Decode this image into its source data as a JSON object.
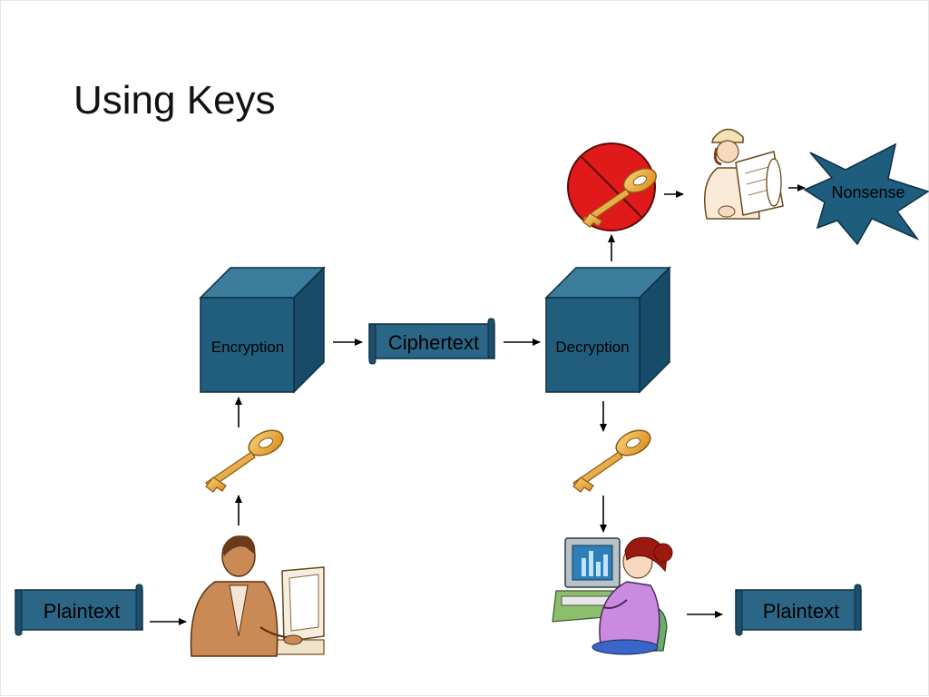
{
  "slide": {
    "title": "Using Keys"
  },
  "diagram": {
    "encryption_label": "Encryption",
    "decryption_label": "Decryption",
    "ciphertext_label": "Ciphertext",
    "plaintext_in_label": "Plaintext",
    "plaintext_out_label": "Plaintext",
    "nonsense_label": "Nonsense"
  },
  "colors": {
    "cube_front": "#215E7E",
    "cube_top": "#3C7C9C",
    "cube_side": "#184B68",
    "scroll_fill": "#2B6687",
    "burst_fill": "#1F5D7F",
    "key_gold": "#E9A634",
    "no_circle": "#E01A1A"
  },
  "icons": [
    "encryption-key-icon",
    "decryption-key-icon",
    "wrong-key-forbidden-icon",
    "sender-person-icon",
    "receiver-person-icon",
    "confused-worker-icon"
  ]
}
